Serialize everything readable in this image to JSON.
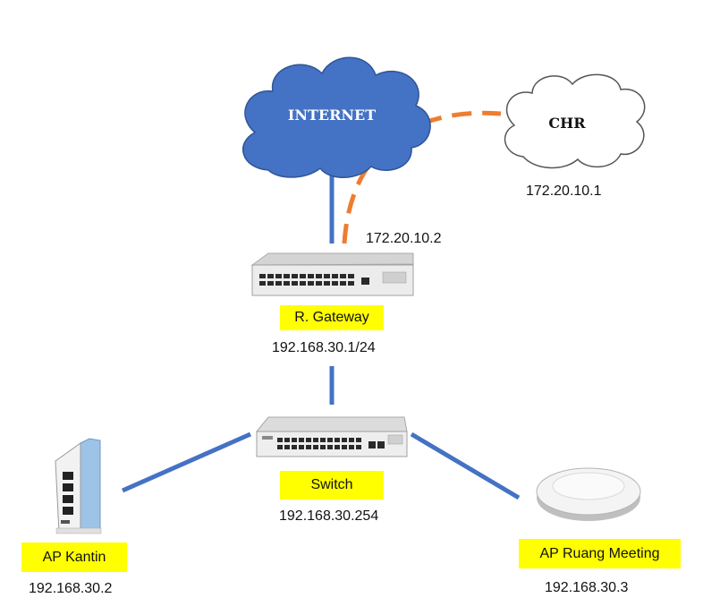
{
  "clouds": {
    "internet": {
      "label": "INTERNET",
      "fill": "#4472c4"
    },
    "chr": {
      "label": "CHR",
      "fill": "#ffffff"
    }
  },
  "chr_ip": "172.20.10.1",
  "tunnel_ip": "172.20.10.2",
  "gateway": {
    "label": "R. Gateway",
    "ip": "192.168.30.1/24"
  },
  "switch": {
    "label": "Switch",
    "ip": "192.168.30.254"
  },
  "ap_kantin": {
    "label": "AP Kantin",
    "ip": "192.168.30.2"
  },
  "ap_meeting": {
    "label": "AP Ruang Meeting",
    "ip": "192.168.30.3"
  },
  "colors": {
    "link": "#4472c4",
    "tunnel": "#ed7d31",
    "label_bg": "#ffff00",
    "device_body": "#e8e8e8",
    "ap_kantin_accent": "#9dc3e6"
  }
}
